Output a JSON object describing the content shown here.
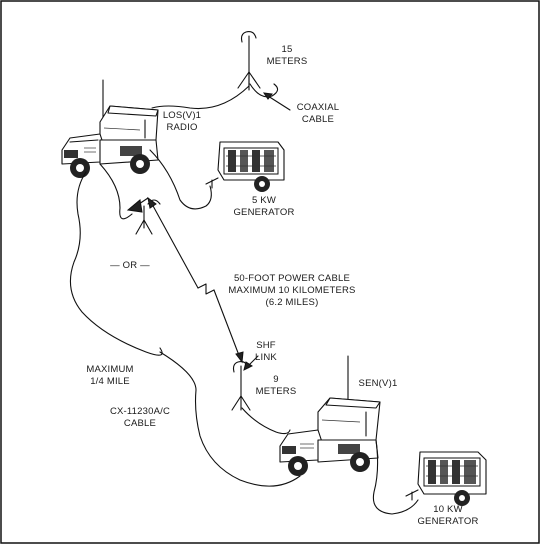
{
  "labels": {
    "antenna_top_height_1": "15",
    "antenna_top_height_2": "METERS",
    "coax_1": "COAXIAL",
    "coax_2": "CABLE",
    "los_1": "LOS(V)1",
    "los_2": "RADIO",
    "gen5_1": "5 KW",
    "gen5_2": "GENERATOR",
    "or": "— OR —",
    "power_1": "50-FOOT POWER CABLE",
    "power_2": "MAXIMUM 10 KILOMETERS",
    "power_3": "(6.2 MILES)",
    "shf_1": "SHF",
    "shf_2": "LINK",
    "antenna_bottom_height_1": "9",
    "antenna_bottom_height_2": "METERS",
    "sen": "SEN(V)1",
    "max_1": "MAXIMUM",
    "max_2": "1/4 MILE",
    "cx_1": "CX-11230A/C",
    "cx_2": "CABLE",
    "gen10_1": "10 KW",
    "gen10_2": "GENERATOR"
  }
}
